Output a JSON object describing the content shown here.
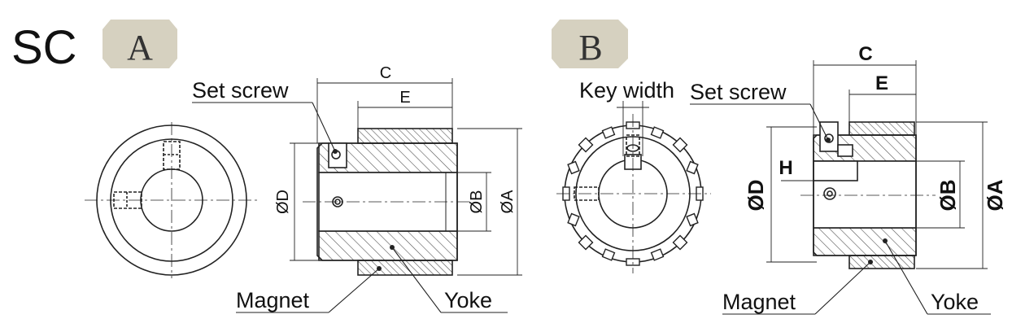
{
  "heading": {
    "series": "SC",
    "type_a": "A",
    "type_b": "B"
  },
  "labels": {
    "set_screw": "Set screw",
    "key_width": "Key width",
    "magnet": "Magnet",
    "yoke": "Yoke"
  },
  "dimensions": {
    "C": "C",
    "E": "E",
    "OD": "ØD",
    "OB": "ØB",
    "OA": "ØA",
    "H": "H"
  },
  "colors": {
    "badge": "#d6d1c0",
    "line": "#222222",
    "hatch": "#555555"
  }
}
